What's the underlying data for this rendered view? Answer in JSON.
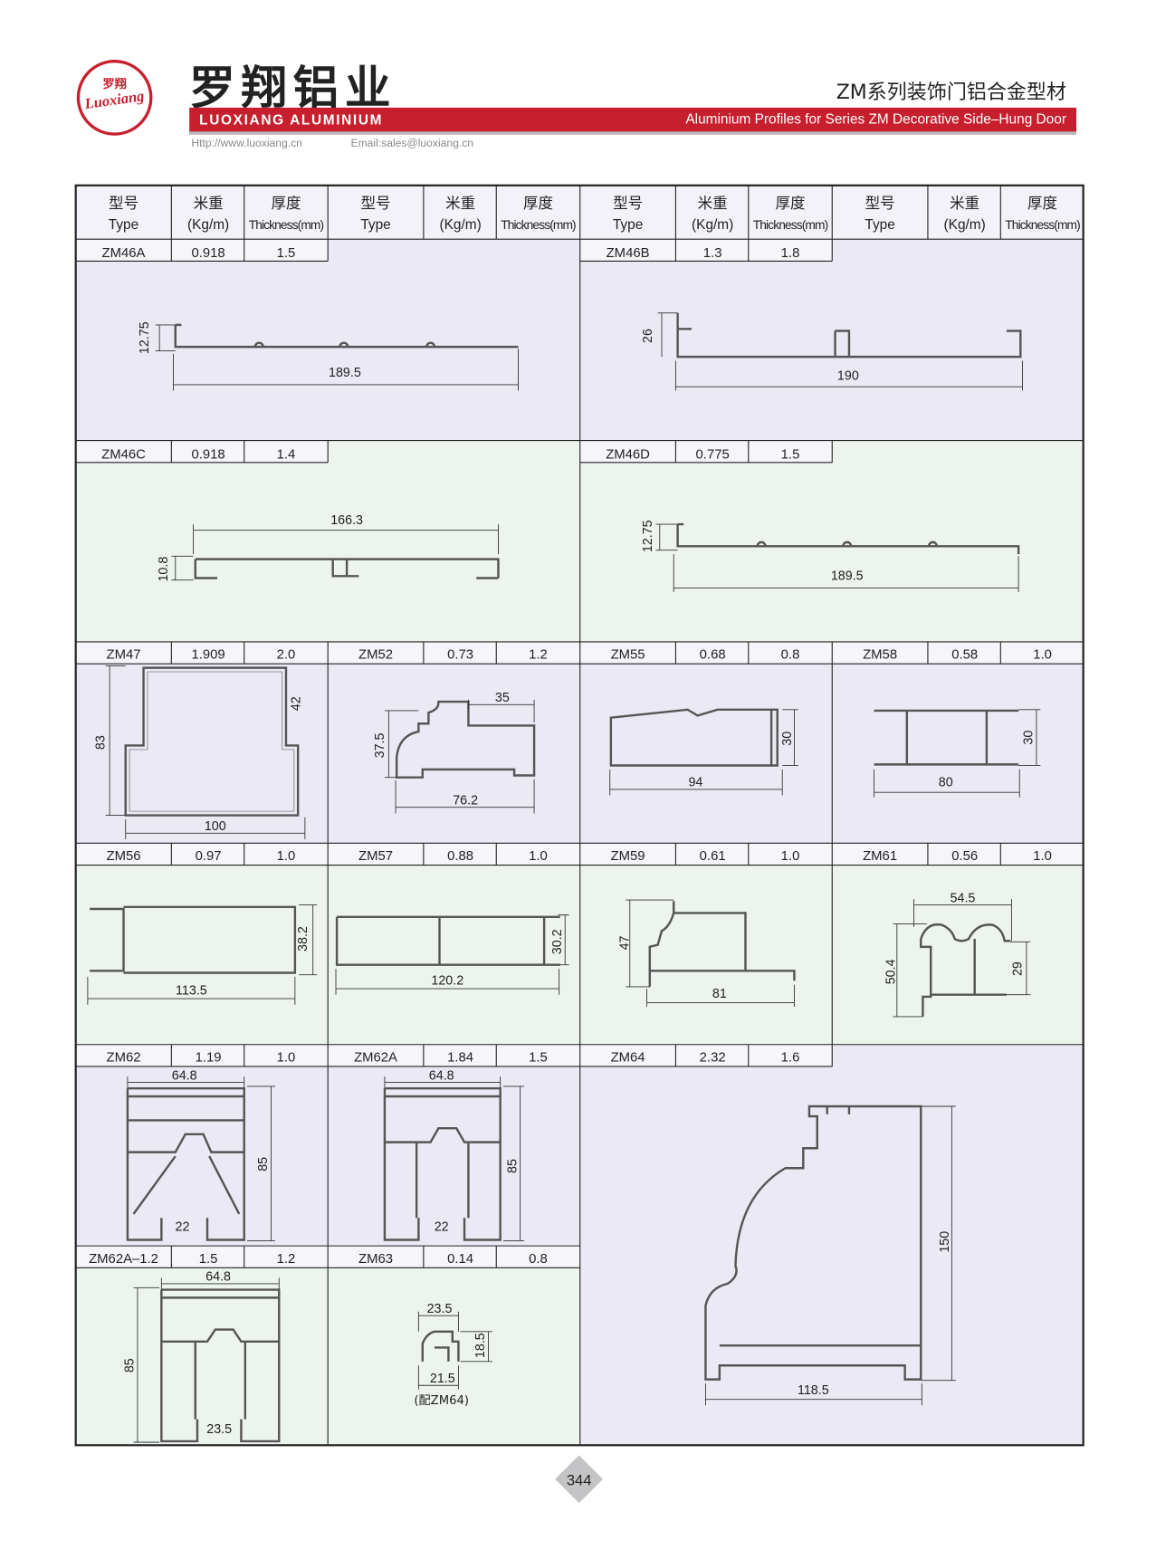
{
  "header": {
    "logo": {
      "text_cn": "罗翔",
      "text_en": "Luoxiang"
    },
    "brand_cn": "罗翔铝业",
    "brand_en": "LUOXIANG ALUMINIUM",
    "title_cn": "ZM系列装饰门铝合金型材",
    "title_en": "Aluminium Profiles for Series ZM Decorative Side–Hung Door",
    "website": "Http://www.luoxiang.cn",
    "email": "Email:sales@luoxiang.cn",
    "accent_color": "#c71f2d"
  },
  "table_header": {
    "type_cn": "型号",
    "type_en": "Type",
    "weight_cn": "米重",
    "weight_en": "(Kg/m)",
    "thickness_cn": "厚度",
    "thickness_en": "Thickness(mm)"
  },
  "products": {
    "zm46a": {
      "type": "ZM46A",
      "weight": "0.918",
      "thickness": "1.5",
      "dims": [
        "12.75",
        "189.5"
      ]
    },
    "zm46b": {
      "type": "ZM46B",
      "weight": "1.3",
      "thickness": "1.8",
      "dims": [
        "26",
        "190"
      ]
    },
    "zm46c": {
      "type": "ZM46C",
      "weight": "0.918",
      "thickness": "1.4",
      "dims": [
        "166.3",
        "10.8"
      ]
    },
    "zm46d": {
      "type": "ZM46D",
      "weight": "0.775",
      "thickness": "1.5",
      "dims": [
        "12.75",
        "189.5"
      ]
    },
    "zm47": {
      "type": "ZM47",
      "weight": "1.909",
      "thickness": "2.0",
      "dims": [
        "83",
        "42",
        "100"
      ]
    },
    "zm52": {
      "type": "ZM52",
      "weight": "0.73",
      "thickness": "1.2",
      "dims": [
        "35",
        "37.5",
        "76.2"
      ]
    },
    "zm55": {
      "type": "ZM55",
      "weight": "0.68",
      "thickness": "0.8",
      "dims": [
        "30",
        "94"
      ]
    },
    "zm58": {
      "type": "ZM58",
      "weight": "0.58",
      "thickness": "1.0",
      "dims": [
        "30",
        "80"
      ]
    },
    "zm56": {
      "type": "ZM56",
      "weight": "0.97",
      "thickness": "1.0",
      "dims": [
        "38.2",
        "113.5"
      ]
    },
    "zm57": {
      "type": "ZM57",
      "weight": "0.88",
      "thickness": "1.0",
      "dims": [
        "30.2",
        "120.2"
      ]
    },
    "zm59": {
      "type": "ZM59",
      "weight": "0.61",
      "thickness": "1.0",
      "dims": [
        "47",
        "81"
      ]
    },
    "zm61": {
      "type": "ZM61",
      "weight": "0.56",
      "thickness": "1.0",
      "dims": [
        "54.5",
        "50.4",
        "29"
      ]
    },
    "zm62": {
      "type": "ZM62",
      "weight": "1.19",
      "thickness": "1.0",
      "dims": [
        "64.8",
        "85",
        "22"
      ]
    },
    "zm62a": {
      "type": "ZM62A",
      "weight": "1.84",
      "thickness": "1.5",
      "dims": [
        "64.8",
        "85",
        "22"
      ]
    },
    "zm64": {
      "type": "ZM64",
      "weight": "2.32",
      "thickness": "1.6",
      "dims": [
        "150",
        "118.5"
      ]
    },
    "zm62a12": {
      "type": "ZM62A–1.2",
      "weight": "1.5",
      "thickness": "1.2",
      "dims": [
        "64.8",
        "85",
        "23.5"
      ]
    },
    "zm63": {
      "type": "ZM63",
      "weight": "0.14",
      "thickness": "0.8",
      "dims": [
        "23.5",
        "18.5",
        "21.5"
      ],
      "note": "(配ZM64)"
    }
  },
  "colors": {
    "lavender": "#ebe9f4",
    "mint": "#edf4ee",
    "label_cell": "#f3f2f8"
  },
  "footer": {
    "page_number": "344"
  }
}
